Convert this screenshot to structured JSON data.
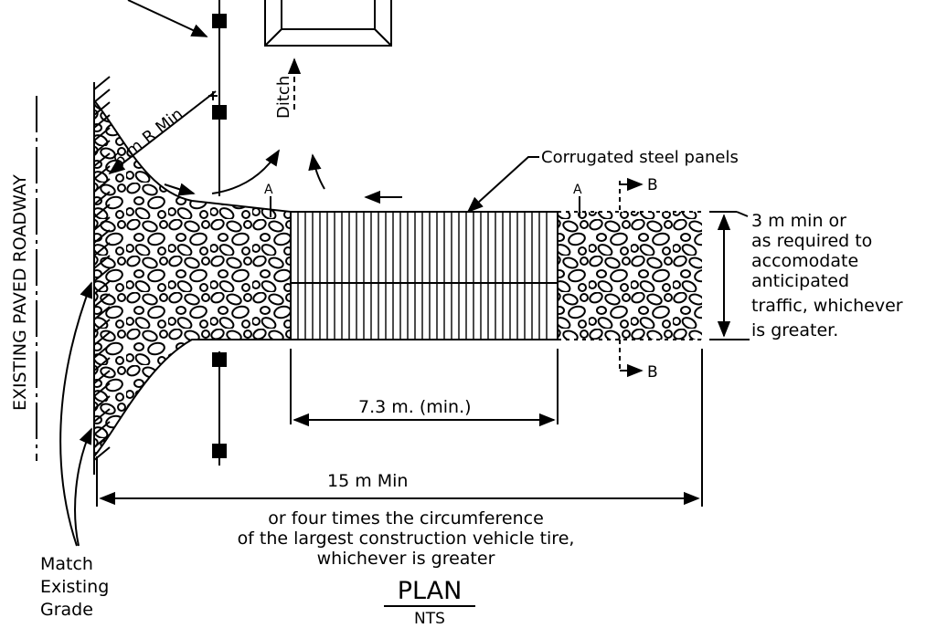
{
  "labels": {
    "roadway": "EXISTING PAVED ROADWAY",
    "radius": "6 m R Min",
    "ditch": "Ditch",
    "panels": "Corrugated steel panels",
    "section_a": "A",
    "section_b": "B",
    "width_note": [
      "3 m min or",
      "as required to",
      "accomodate",
      "anticipated",
      "traffic, whichever",
      "is greater."
    ],
    "panel_length": "7.3 m. (min.)",
    "total_length": "15 m Min",
    "length_note": [
      "or four times the circumference",
      "of the largest construction vehicle tire,",
      "whichever is greater"
    ],
    "grade_note": [
      "Match",
      "Existing",
      "Grade"
    ],
    "title": "PLAN",
    "scale": "NTS"
  }
}
